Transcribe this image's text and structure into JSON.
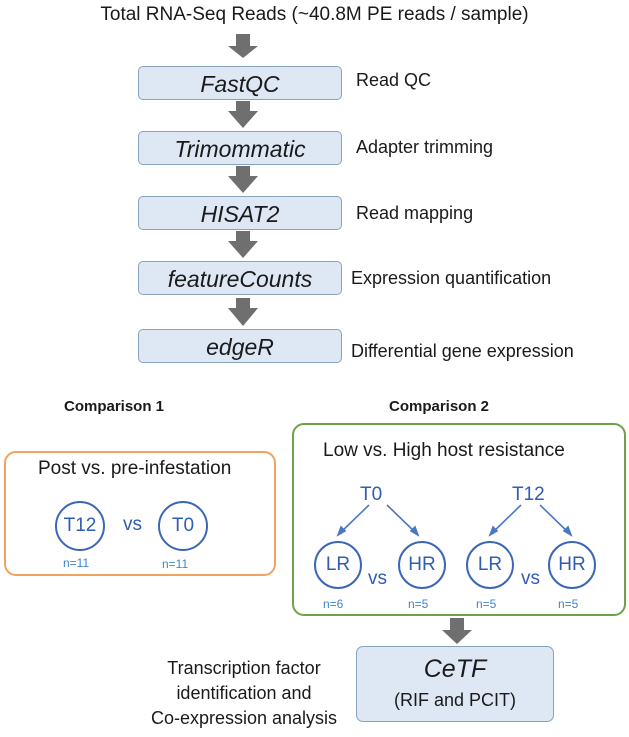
{
  "title": "Total RNA-Seq Reads (~40.8M PE reads / sample)",
  "pipeline": [
    {
      "tool": "FastQC",
      "step": "Read QC"
    },
    {
      "tool": "Trimommatic",
      "step": "Adapter trimming"
    },
    {
      "tool": "HISAT2",
      "step": "Read mapping"
    },
    {
      "tool": "featureCounts",
      "step": "Expression quantification"
    },
    {
      "tool": "edgeR",
      "step": "Differential gene expression"
    }
  ],
  "comparison1": {
    "label": "Comparison 1",
    "title": "Post vs. pre-infestation",
    "left": "T12",
    "right": "T0",
    "vs": "vs",
    "n_left": "n=11",
    "n_right": "n=11"
  },
  "comparison2": {
    "label": "Comparison 2",
    "title": "Low vs. High host resistance",
    "groups": [
      {
        "parent": "T0",
        "left": "LR",
        "right": "HR",
        "vs": "vs",
        "n_left": "n=6",
        "n_right": "n=5"
      },
      {
        "parent": "T12",
        "left": "LR",
        "right": "HR",
        "vs": "vs",
        "n_left": "n=5",
        "n_right": "n=5"
      }
    ]
  },
  "cetf": {
    "name": "CeTF",
    "subtitle": "(RIF and PCIT)",
    "label_lines": [
      "Transcription factor",
      "identification and",
      "Co-expression analysis"
    ]
  },
  "colors": {
    "box_fill": "#dde8f4",
    "arrow": "#6f6f6f",
    "blue": "#2f5db3",
    "orange": "#f0a35c",
    "green": "#6ea24a"
  }
}
